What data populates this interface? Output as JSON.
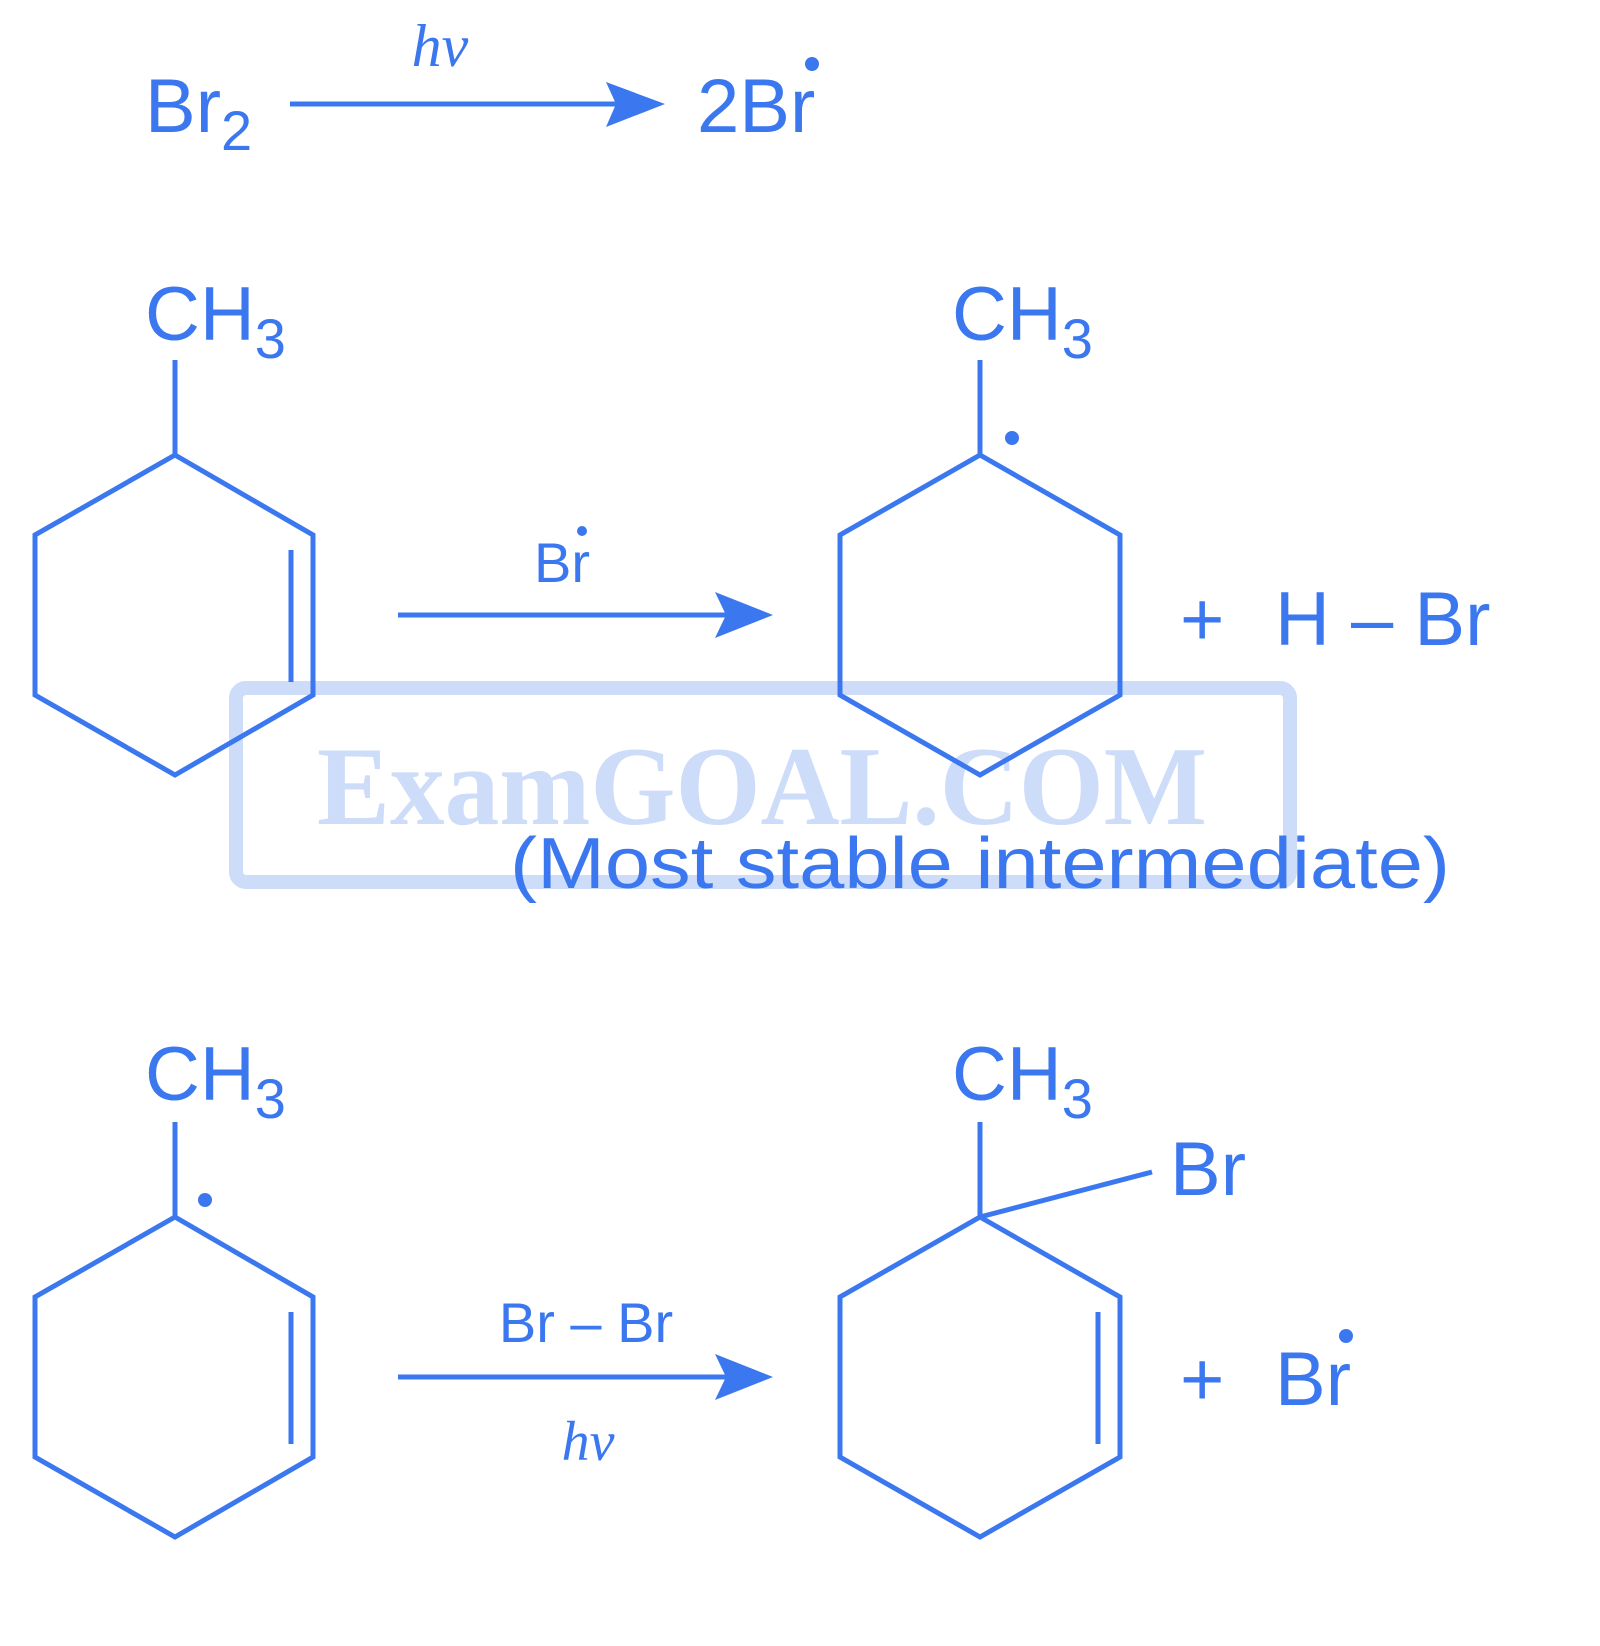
{
  "colors": {
    "ink": "#3b78f0",
    "watermark": "#cddcf8",
    "background": "#ffffff"
  },
  "watermark": {
    "text": "ExamGOAL.COM"
  },
  "reaction1": {
    "reactant": "Br",
    "reactant_subscript": "2",
    "condition": "hν",
    "product": "2Br",
    "product_radical": "•"
  },
  "reaction2": {
    "reactant": {
      "substituent": "CH",
      "substituent_subscript": "3",
      "structure": "3-methylcyclohexene"
    },
    "reagent": "Br",
    "reagent_radical": "•",
    "product": {
      "substituent": "CH",
      "substituent_subscript": "3",
      "structure": "allylic radical",
      "radical": "•"
    },
    "plus": "+",
    "byproduct": "H – Br",
    "caption": "(Most stable intermediate)"
  },
  "reaction3": {
    "reactant": {
      "substituent": "CH",
      "substituent_subscript": "3",
      "structure": "allylic radical",
      "radical": "•"
    },
    "reagent_top": "Br – Br",
    "reagent_bottom": "hν",
    "product": {
      "substituent": "CH",
      "substituent_subscript": "3",
      "halogen": "Br",
      "structure": "3-bromo-3-methylcyclohexene"
    },
    "plus": "+",
    "byproduct": "Br",
    "byproduct_radical": "•"
  }
}
